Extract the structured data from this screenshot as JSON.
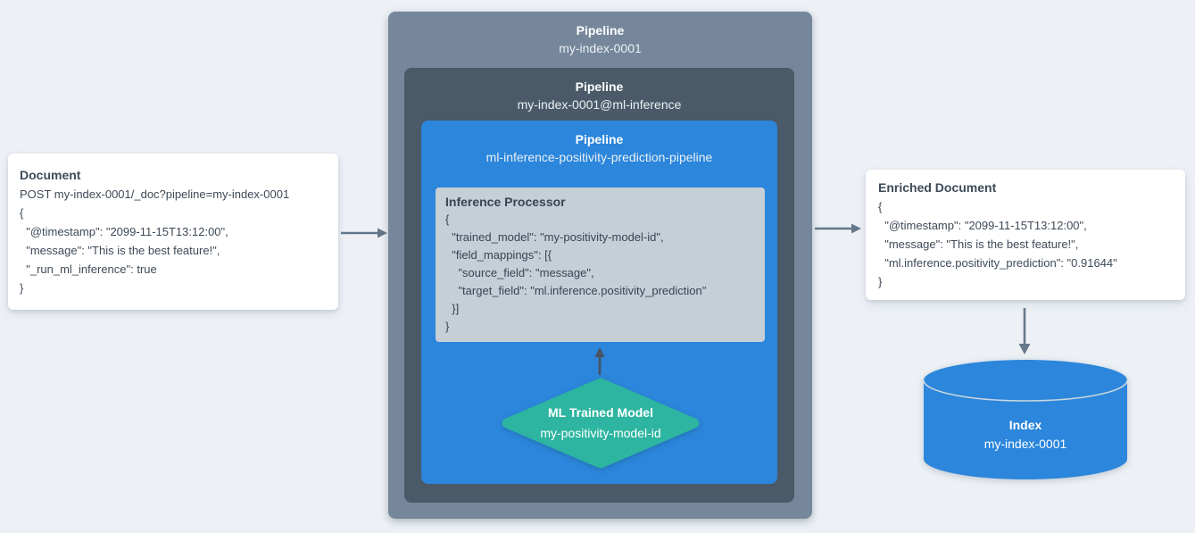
{
  "colors": {
    "background": "#edf1f6",
    "outer_pipeline_box": "#76879b",
    "inference_pipeline_box": "#4a5a68",
    "ml_pipeline_box": "#2b86dc",
    "processor_box": "#c6ced8",
    "model_hexagon": "#2eb5a1",
    "index_cylinder": "#2b86dc",
    "arrow_gray": "#64778a",
    "arrow_dark": "#49525e",
    "text_dark": "#3e4a57",
    "text_light": "#ffffff"
  },
  "document_card": {
    "title": "Document",
    "lines": [
      "POST my-index-0001/_doc?pipeline=my-index-0001",
      "{",
      "  \"@timestamp\": \"2099-11-15T13:12:00\",",
      "  \"message\": \"This is the best feature!\",",
      "  \"_run_ml_inference\": true",
      "}"
    ]
  },
  "outer_pipeline": {
    "title": "Pipeline",
    "name": "my-index-0001"
  },
  "inference_pipeline": {
    "title": "Pipeline",
    "name": "my-index-0001@ml-inference"
  },
  "ml_pipeline": {
    "title": "Pipeline",
    "name": "ml-inference-positivity-prediction-pipeline"
  },
  "inference_processor": {
    "title": "Inference Processor",
    "lines": [
      "{",
      "  \"trained_model\": \"my-positivity-model-id\",",
      "  \"field_mappings\": [{",
      "    \"source_field\": \"message\",",
      "    \"target_field\": \"ml.inference.positivity_prediction\"",
      "  }]",
      "}"
    ]
  },
  "trained_model": {
    "title": "ML Trained Model",
    "name": "my-positivity-model-id"
  },
  "enriched_card": {
    "title": "Enriched Document",
    "lines": [
      "{",
      "  \"@timestamp\": \"2099-11-15T13:12:00\",",
      "  \"message\": \"This is the best feature!\",",
      "  \"ml.inference.positivity_prediction\": \"0.91644\"",
      "}"
    ]
  },
  "index": {
    "title": "Index",
    "name": "my-index-0001"
  }
}
